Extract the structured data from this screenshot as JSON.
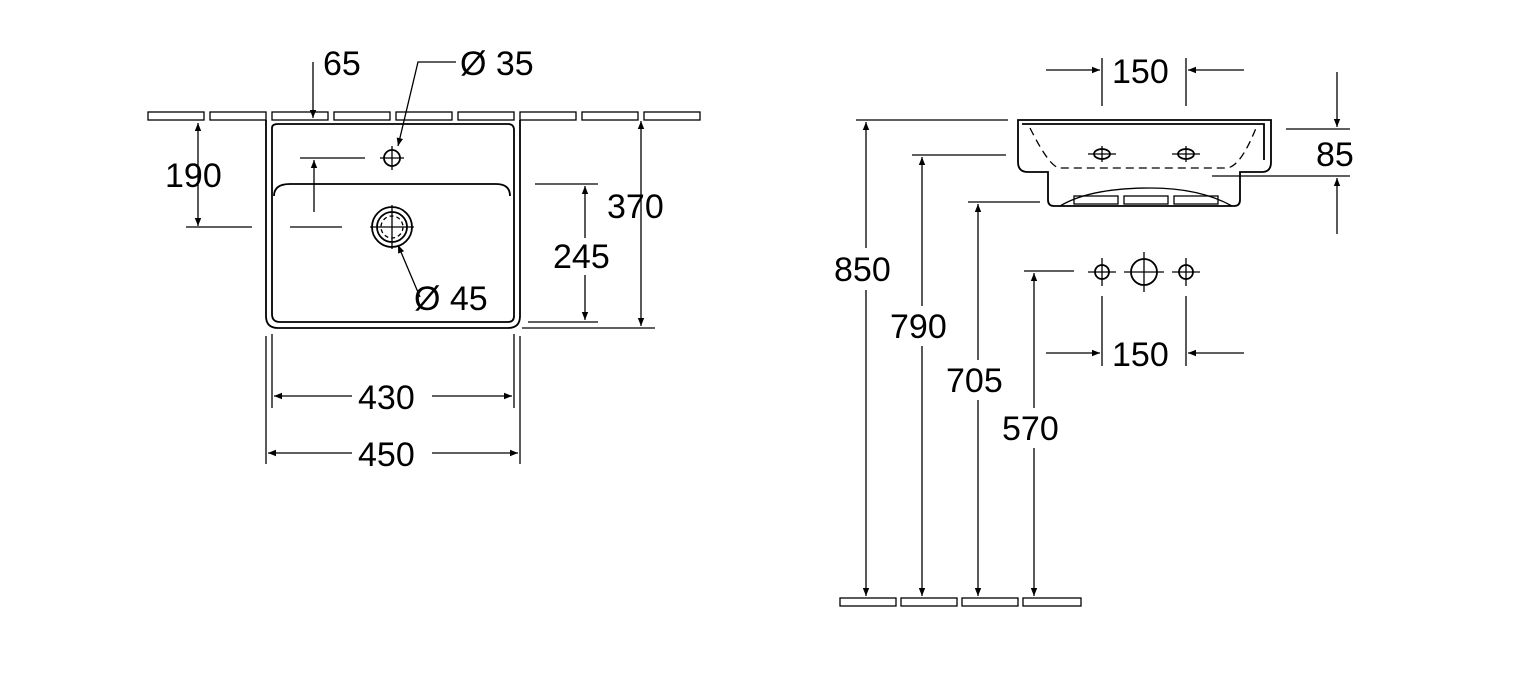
{
  "top_view": {
    "dim_tap_offset": "65",
    "dim_tap_hole": "Ø 35",
    "dim_tap_depth": "190",
    "dim_depth": "370",
    "dim_drain_depth": "245",
    "dim_drain_hole": "Ø 45",
    "dim_inner_width": "430",
    "dim_width": "450"
  },
  "side_view": {
    "dim_tap_spacing": "150",
    "dim_rim_height": "85",
    "dim_height_rim": "850",
    "dim_height_bowl": "790",
    "dim_height_trap": "705",
    "dim_height_supply": "570",
    "dim_supply_spacing": "150"
  },
  "colors": {
    "line": "#000000",
    "background": "#ffffff"
  }
}
